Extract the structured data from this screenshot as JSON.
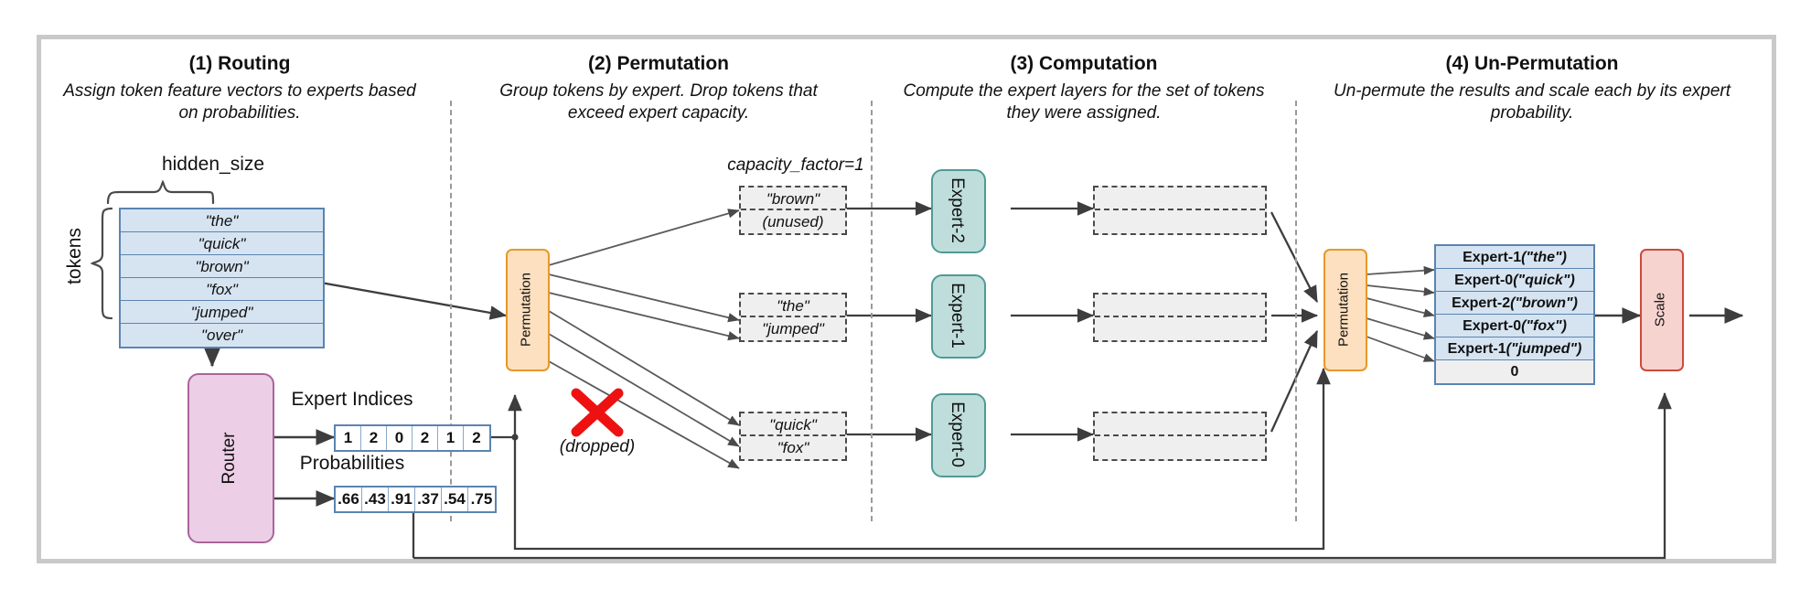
{
  "sections": [
    {
      "id": "routing",
      "title": "(1) Routing",
      "subtitle": "Assign token feature vectors to experts based on probabilities."
    },
    {
      "id": "permutation",
      "title": "(2) Permutation",
      "subtitle": "Group tokens by expert. Drop tokens that exceed expert capacity."
    },
    {
      "id": "computation",
      "title": "(3) Computation",
      "subtitle": "Compute the expert layers for the set of tokens they were assigned."
    },
    {
      "id": "unpermutation",
      "title": "(4) Un-Permutation",
      "subtitle": "Un-permute the results and scale each by its expert probability."
    }
  ],
  "routing": {
    "hidden_size_label": "hidden_size",
    "tokens_label": "tokens",
    "tokens": [
      "\"the\"",
      "\"quick\"",
      "\"brown\"",
      "\"fox\"",
      "\"jumped\"",
      "\"over\""
    ],
    "router_label": "Router",
    "expert_indices_label": "Expert Indices",
    "expert_indices": [
      "1",
      "2",
      "0",
      "2",
      "1",
      "2"
    ],
    "probabilities_label": "Probabilities",
    "probabilities": [
      ".66",
      ".43",
      ".91",
      ".37",
      ".54",
      ".75"
    ]
  },
  "permutation": {
    "block_label": "Permutation",
    "capacity_label": "capacity_factor=1",
    "dropped_label": "(dropped)",
    "buffers": [
      {
        "rows": [
          "\"brown\"",
          "(unused)"
        ]
      },
      {
        "rows": [
          "\"the\"",
          "\"jumped\""
        ]
      },
      {
        "rows": [
          "\"quick\"",
          "\"fox\""
        ]
      }
    ]
  },
  "computation": {
    "experts": [
      "Expert-2",
      "Expert-1",
      "Expert-0"
    ],
    "outputs": [
      {
        "rows": [
          "",
          ""
        ]
      },
      {
        "rows": [
          "",
          ""
        ]
      },
      {
        "rows": [
          "",
          ""
        ]
      }
    ]
  },
  "unpermutation": {
    "block_label": "Permutation",
    "scale_label": "Scale",
    "results": [
      {
        "expert": "Expert-1",
        "token": "(\"the\")"
      },
      {
        "expert": "Expert-0",
        "token": "(\"quick\")"
      },
      {
        "expert": "Expert-2",
        "token": "(\"brown\")"
      },
      {
        "expert": "Expert-0",
        "token": "(\"fox\")"
      },
      {
        "expert": "Expert-1",
        "token": "(\"jumped\")"
      },
      {
        "expert": "0",
        "token": ""
      }
    ]
  },
  "colors": {
    "token_fill": "#d6e4f2",
    "token_border": "#5b84b1",
    "router_fill": "#eccfe6",
    "router_border": "#a9649b",
    "perm_fill": "#fde0bf",
    "perm_border": "#e8982a",
    "expert_fill": "#bfdedb",
    "expert_border": "#4f9a96",
    "scale_fill": "#f6d3cf",
    "scale_border": "#cc4b3c",
    "drop_x": "#ee1111",
    "buffer_fill": "#efefef",
    "frame": "#c9c9c9"
  }
}
